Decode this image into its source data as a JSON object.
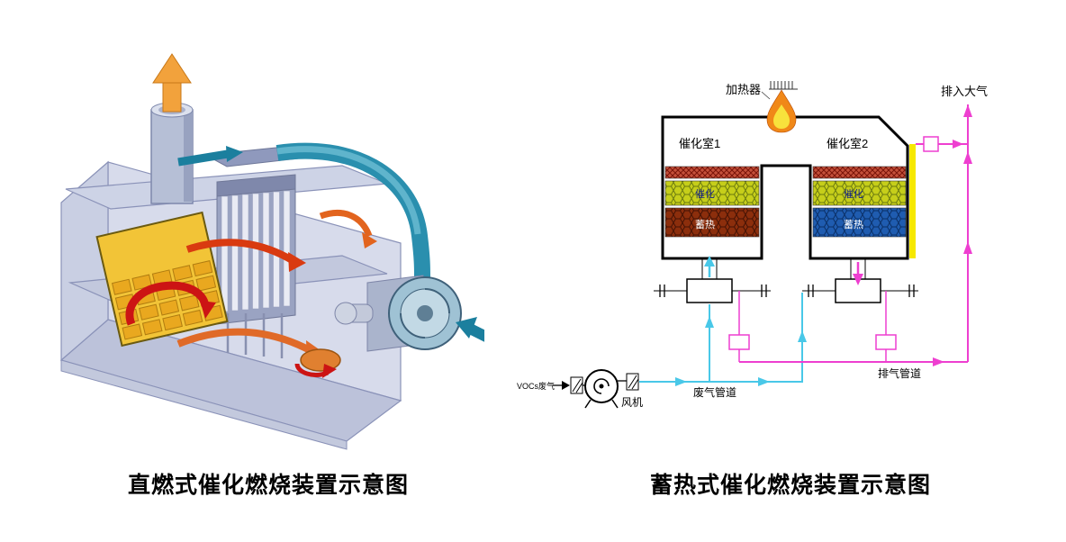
{
  "left_panel": {
    "caption": "直燃式催化燃烧装置示意图",
    "colors": {
      "box_body": "#c9cfe3",
      "duct_teal": "#1b7f9e",
      "arrow_orange": "#f2a23c",
      "arrow_red": "#cc1414",
      "panel_yellow": "#f2c437"
    }
  },
  "right_panel": {
    "caption": "蓄热式催化燃烧装置示意图",
    "labels": {
      "heater": "加热器",
      "to_atmosphere": "排入大气",
      "chamber1": "催化室1",
      "chamber2": "催化室2",
      "catalyst_left": "催化",
      "catalyst_right": "催化",
      "heat_storage_left": "蓄热",
      "heat_storage_right": "蓄热",
      "voc_inlet": "VOCs废气",
      "fan": "风机",
      "waste_gas_pipe": "废气管道",
      "exhaust_pipe": "排气管道"
    },
    "colors": {
      "pipe_pink": "#ee3fd0",
      "pipe_cyan": "#49c8e8",
      "catalyst_layer": "#c6ce1a",
      "storage_left": "#8c2e0c",
      "storage_right": "#1f5cb0",
      "top_layer": "#c4503a",
      "side_strip_yellow": "#f6e800",
      "flame_outer": "#f08818",
      "flame_inner": "#f8e23c"
    }
  }
}
